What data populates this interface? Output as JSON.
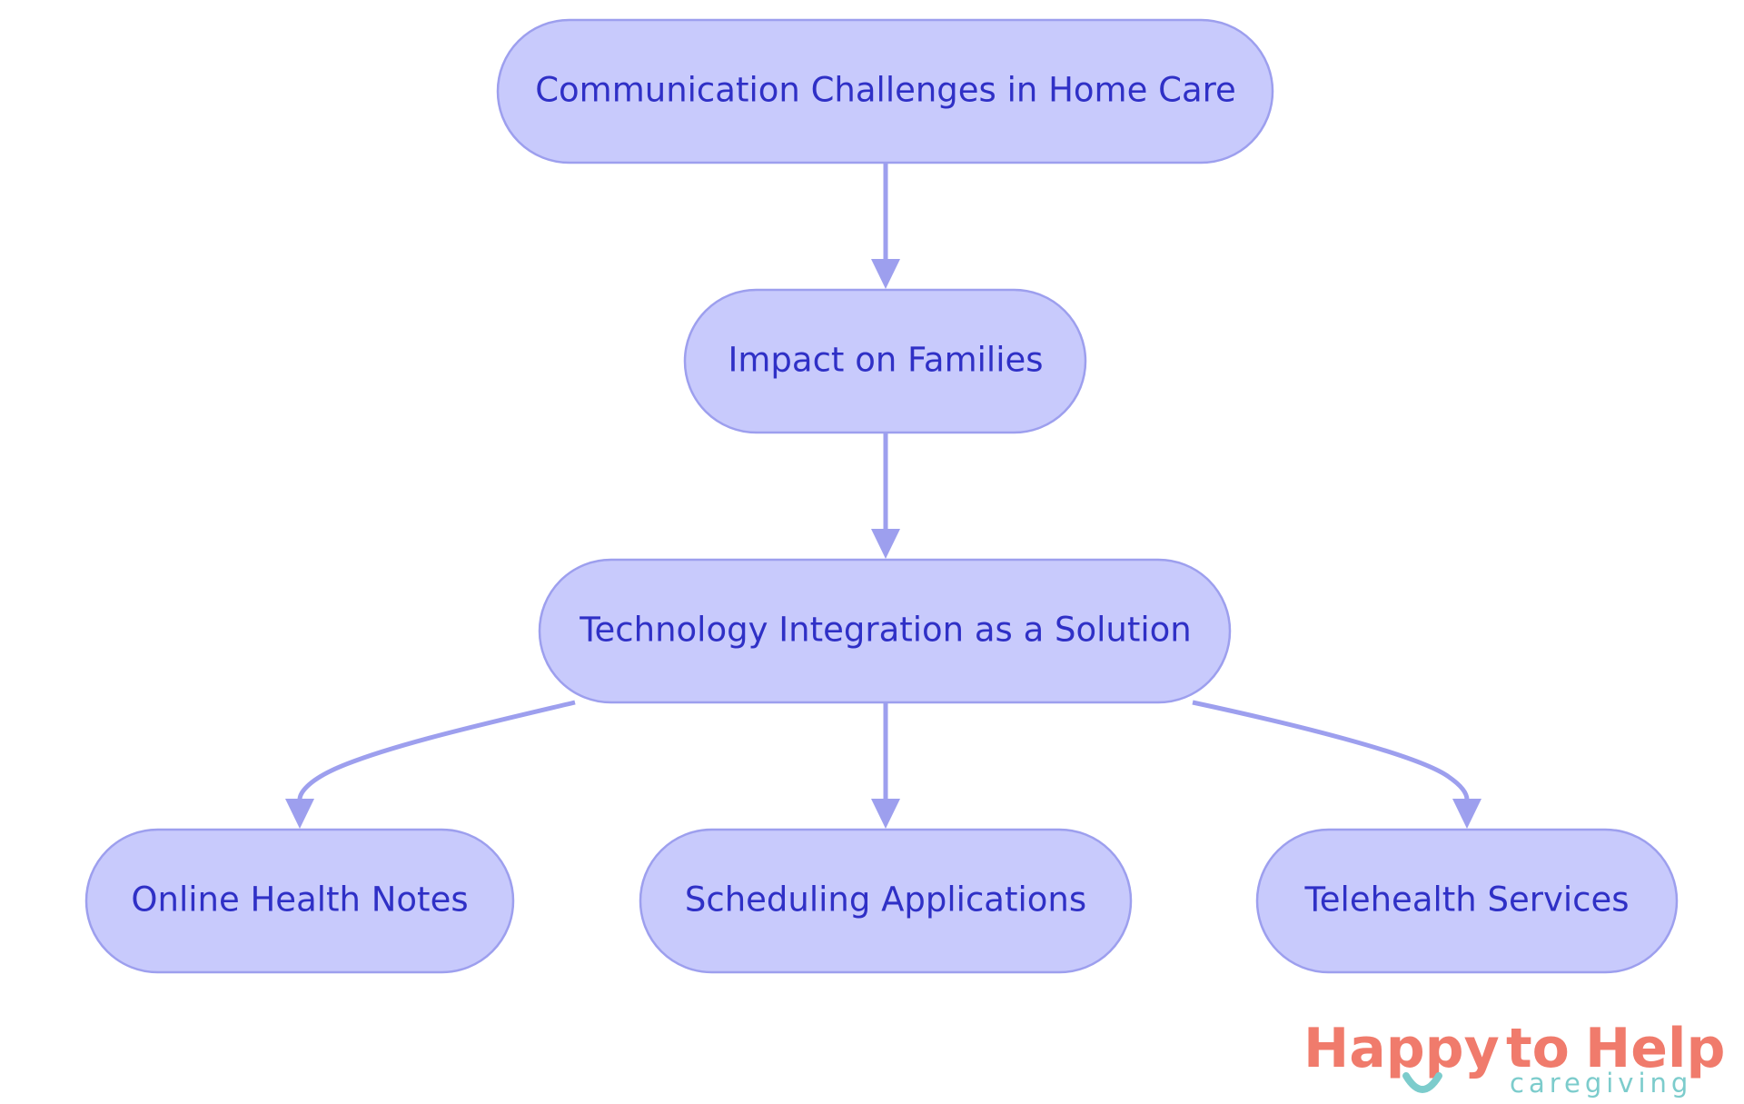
{
  "diagram": {
    "nodes": {
      "root": {
        "label": "Communication Challenges in Home Care"
      },
      "impact": {
        "label": "Impact on Families"
      },
      "technology": {
        "label": "Technology Integration as a Solution"
      },
      "notes": {
        "label": "Online Health Notes"
      },
      "scheduling": {
        "label": "Scheduling Applications"
      },
      "telehealth": {
        "label": "Telehealth Services"
      }
    },
    "edges": [
      {
        "from": "root",
        "to": "impact"
      },
      {
        "from": "impact",
        "to": "technology"
      },
      {
        "from": "technology",
        "to": "notes"
      },
      {
        "from": "technology",
        "to": "scheduling"
      },
      {
        "from": "technology",
        "to": "telehealth"
      }
    ]
  },
  "logo": {
    "word_happy": "Happy",
    "word_to": "to",
    "word_help": "Help",
    "tagline": "caregiving"
  },
  "colors": {
    "node_fill": "#c8cafc",
    "node_stroke": "#9d9fee",
    "node_text": "#2f30c6",
    "edge": "#9d9fee",
    "logo_primary": "#f07b6c",
    "logo_accent": "#7ccccc"
  }
}
